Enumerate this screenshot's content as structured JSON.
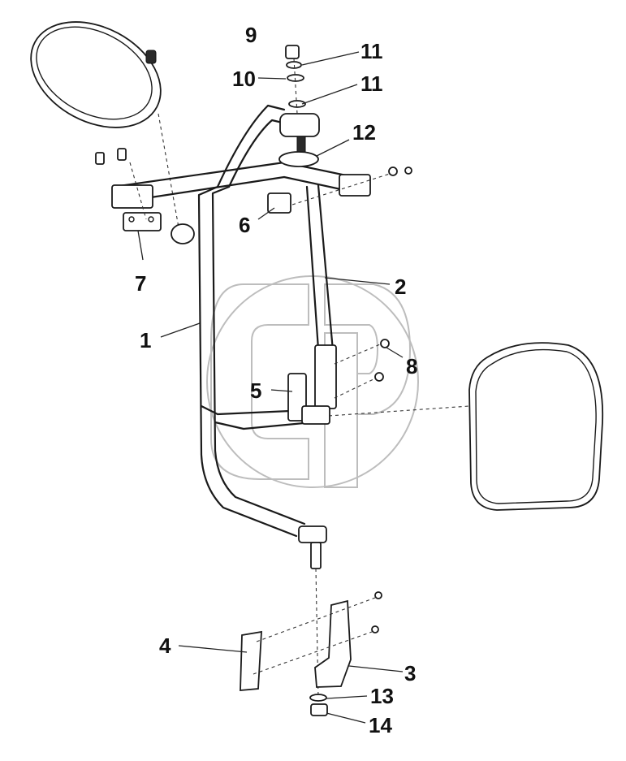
{
  "callouts": [
    {
      "id": "c1",
      "label": "1"
    },
    {
      "id": "c2",
      "label": "2"
    },
    {
      "id": "c3",
      "label": "3"
    },
    {
      "id": "c4",
      "label": "4"
    },
    {
      "id": "c5",
      "label": "5"
    },
    {
      "id": "c6",
      "label": "6"
    },
    {
      "id": "c7",
      "label": "7"
    },
    {
      "id": "c8",
      "label": "8"
    },
    {
      "id": "c9",
      "label": "9"
    },
    {
      "id": "c10",
      "label": "10"
    },
    {
      "id": "c11a",
      "label": "11"
    },
    {
      "id": "c11b",
      "label": "11"
    },
    {
      "id": "c12",
      "label": "12"
    },
    {
      "id": "c13",
      "label": "13"
    },
    {
      "id": "c14",
      "label": "14"
    }
  ],
  "watermark": {
    "icon": "gp-logo-watermark",
    "color": "#bdbdbd"
  },
  "colors": {
    "line": "#1a1a1a",
    "background": "#ffffff"
  }
}
